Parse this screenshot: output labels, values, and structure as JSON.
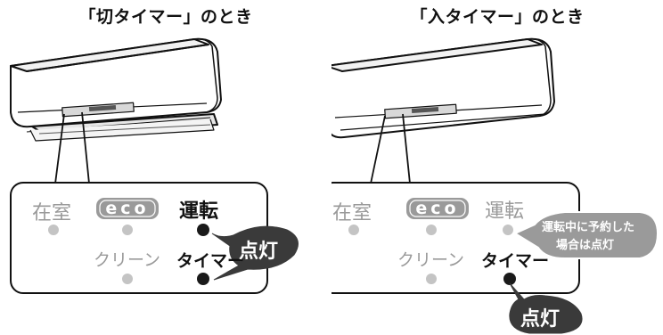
{
  "left": {
    "title": "「切タイマー」のとき",
    "labels": {
      "zaishitsu": "在室",
      "eco": "eco",
      "unten": "運転",
      "cleaning": "クリーン",
      "timer": "タイマー"
    },
    "lamps": {
      "zaishitsu": "off",
      "eco": "off",
      "unten": "on",
      "cleaning": "off",
      "timer": "on"
    },
    "callout": "点灯"
  },
  "right": {
    "title": "「入タイマー」のとき",
    "labels": {
      "zaishitsu": "在室",
      "eco": "eco",
      "unten": "運転",
      "cleaning": "クリーン",
      "timer": "タイマー"
    },
    "lamps": {
      "zaishitsu": "off",
      "eco": "off",
      "unten": "off",
      "cleaning": "off",
      "timer": "on"
    },
    "note_line1": "運転中に予約した",
    "note_line2": "場合は点灯",
    "callout": "点灯"
  },
  "colors": {
    "lamp_on": "#1a1a1a",
    "lamp_off": "#c4c4c4",
    "label_off": "#9a9a9a",
    "callout_bg": "#3a3a3a"
  }
}
